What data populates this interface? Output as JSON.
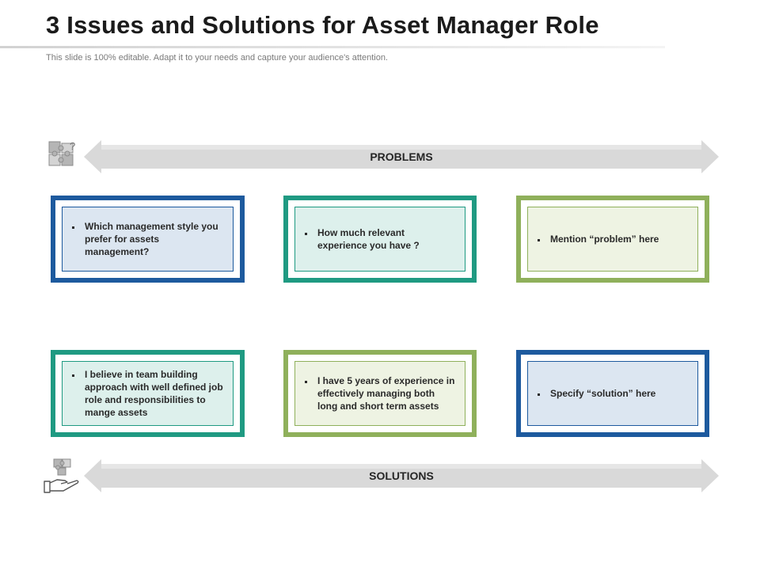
{
  "header": {
    "title": "3 Issues and Solutions for Asset Manager Role",
    "subtitle": "This slide is 100% editable. Adapt it to your needs and capture your audience's attention."
  },
  "bands": {
    "problems_label": "PROBLEMS",
    "solutions_label": "SOLUTIONS"
  },
  "icons": {
    "problems": "puzzle-question-icon",
    "solutions": "hand-puzzle-icon"
  },
  "problems": [
    {
      "text": "Which management style you prefer for assets management?",
      "color": "#1d5a9e"
    },
    {
      "text": "How much relevant experience you have ?",
      "color": "#1f9a82"
    },
    {
      "text": "Mention “problem” here",
      "color": "#8fb05b"
    }
  ],
  "solutions": [
    {
      "text": "I believe in team building approach with well defined job role and responsibilities to mange assets",
      "color": "#1f9a82"
    },
    {
      "text": "I have 5 years of experience in effectively managing both long and short term assets",
      "color": "#8fb05b"
    },
    {
      "text": "Specify “solution” here",
      "color": "#1d5a9e"
    }
  ]
}
